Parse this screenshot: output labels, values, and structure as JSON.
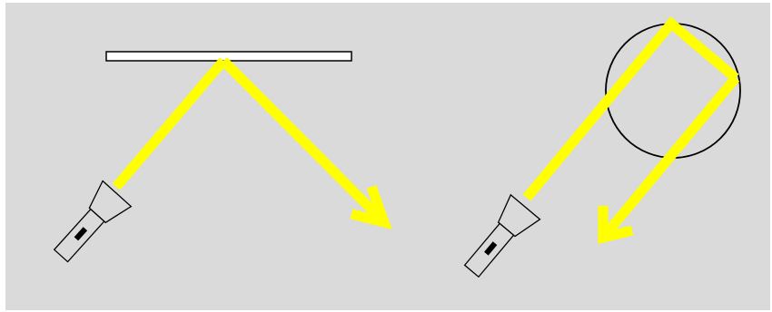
{
  "colors": {
    "background": "#dadada",
    "beam": "#ffff00",
    "outline": "#000000",
    "mirror_fill": "#ffffff",
    "flashlight_fill": "#dadada"
  },
  "panels": [
    {
      "name": "flat-mirror-reflection",
      "reflector": "flat-mirror",
      "beam_segments": 2
    },
    {
      "name": "circular-mirror-reflection",
      "reflector": "circle",
      "beam_segments": 3
    }
  ],
  "icons": [
    "flashlight-icon",
    "arrowhead-icon"
  ]
}
